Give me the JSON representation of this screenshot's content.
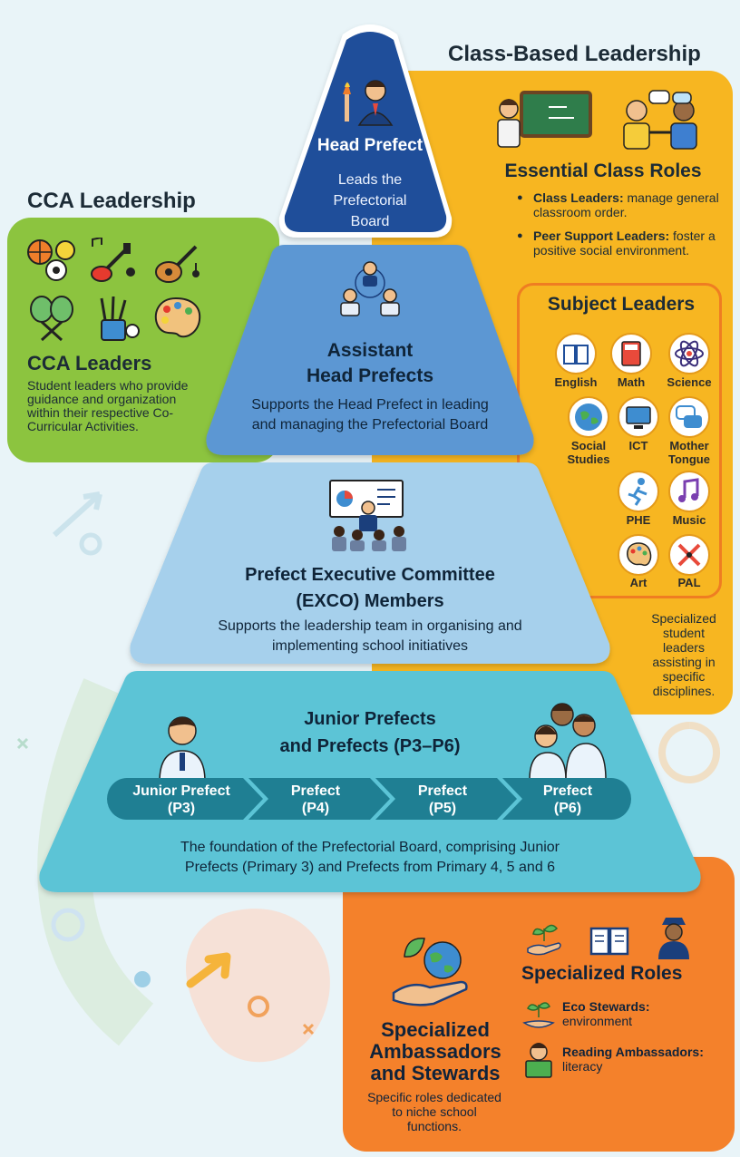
{
  "colors": {
    "cca_green": "#8cc43f",
    "class_yellow": "#f7b621",
    "ambassador_orange": "#f4812b",
    "tier1": "#1f4e9a",
    "tier2": "#5b97d3",
    "tier3": "#a6d0ec",
    "tier4": "#5cc4d6",
    "chevron": "#1f7f93"
  },
  "cca": {
    "heading": "CCA Leadership",
    "title": "CCA Leaders",
    "description": "Student leaders who provide guidance and organization within their respective Co-Curricular Activities.",
    "icons": [
      "sports-balls-icon",
      "music-notes-guitar-icon",
      "guitar-icon",
      "rackets-icon",
      "paintbrushes-icon",
      "palette-icon"
    ]
  },
  "class_based": {
    "heading": "Class-Based Leadership",
    "essential_title": "Essential Class Roles",
    "roles": [
      {
        "name": "Class Leaders:",
        "desc": "manage general classroom order."
      },
      {
        "name": "Peer Support Leaders:",
        "desc": "foster a positive social environment."
      }
    ],
    "subject_title": "Subject Leaders",
    "subjects": [
      {
        "label": "English",
        "icon": "book-icon"
      },
      {
        "label": "Math",
        "icon": "calculator-icon"
      },
      {
        "label": "Science",
        "icon": "atom-icon"
      },
      {
        "label": "Social Studies",
        "icon": "globe-icon"
      },
      {
        "label": "ICT",
        "icon": "computer-icon"
      },
      {
        "label": "Mother Tongue",
        "icon": "speech-bubbles-icon"
      },
      {
        "label": "PHE",
        "icon": "runner-icon"
      },
      {
        "label": "Music",
        "icon": "music-note-icon"
      },
      {
        "label": "Art",
        "icon": "palette-icon"
      },
      {
        "label": "PAL",
        "icon": "tools-icon"
      }
    ],
    "subject_description": "Specialized student leaders assisting in specific disciplines."
  },
  "pyramid": {
    "tier1": {
      "title": "Head Prefect",
      "description": "Leads the Prefectorial Board"
    },
    "tier2": {
      "title_line1": "Assistant",
      "title_line2": "Head Prefects",
      "description_line1": "Supports the Head Prefect in leading",
      "description_line2": "and managing the Prefectorial Board"
    },
    "tier3": {
      "title_line1": "Prefect Executive Committee",
      "title_line2": "(EXCO) Members",
      "description_line1": "Supports the leadership team in organising and",
      "description_line2": "implementing  school initiatives"
    },
    "tier4": {
      "title_line1": "Junior Prefects",
      "title_line2": "and Prefects (P3–P6)",
      "steps": [
        {
          "line1": "Junior Prefect",
          "line2": "(P3)"
        },
        {
          "line1": "Prefect",
          "line2": "(P4)"
        },
        {
          "line1": "Prefect",
          "line2": "(P5)"
        },
        {
          "line1": "Prefect",
          "line2": "(P6)"
        }
      ],
      "description_line1": "The foundation of the Prefectorial Board, comprising Junior",
      "description_line2": "Prefects (Primary 3) and Prefects from Primary 4, 5 and 6"
    }
  },
  "ambassadors": {
    "title_line1": "Specialized",
    "title_line2": "Ambassadors",
    "title_line3": "and Stewards",
    "description": "Specific roles dedicated to niche school functions.",
    "roles_title": "Specialized Roles",
    "roles": [
      {
        "name": "Eco Stewards:",
        "desc": "environment",
        "icon": "plant-hand-icon"
      },
      {
        "name": "Reading Ambassadors:",
        "desc": "literacy",
        "icon": "reader-icon"
      }
    ]
  }
}
